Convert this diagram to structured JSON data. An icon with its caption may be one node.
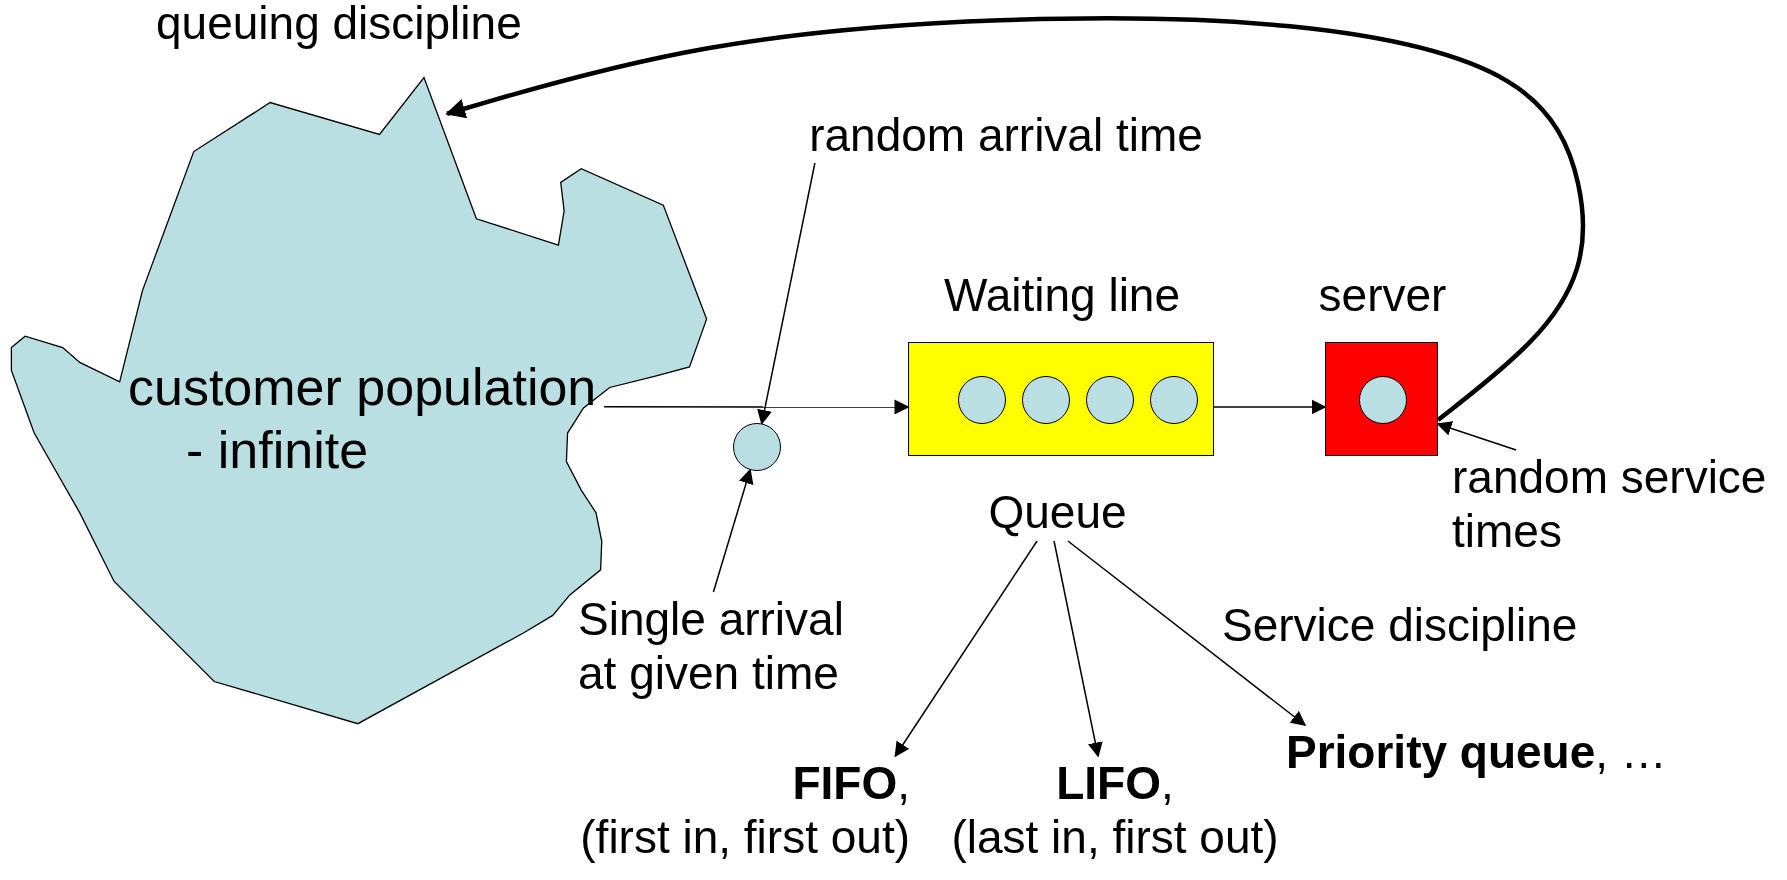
{
  "diagram": {
    "nodes": [
      {
        "text": [
          "customer population - infinite"
        ]
      },
      {
        "text": [],
        "shape": "circle"
      },
      {
        "text": [
          "random arrival time"
        ]
      },
      {
        "text": [
          "Single arrival at given time"
        ]
      },
      {
        "text": [
          "Waiting line"
        ]
      },
      {
        "text": [],
        "shape": "circle",
        "in": 4
      },
      {
        "text": [],
        "shape": "circle",
        "in": 4
      },
      {
        "text": [],
        "shape": "circle",
        "in": 4
      },
      {
        "text": [],
        "shape": "circle",
        "in": 4
      },
      {
        "text": [
          "server"
        ]
      },
      {
        "text": [],
        "shape": "circle",
        "in": 9
      },
      {
        "text": [
          "random service times"
        ]
      },
      {
        "text": [
          "Queue"
        ]
      },
      {
        "text": [
          "**FIFO**,",
          "(first in, first out)"
        ]
      },
      {
        "text": [
          "**LIFO**,",
          "(last in, first out)"
        ]
      },
      {
        "text": [
          "**Priority queue**, …"
        ]
      }
    ],
    "edges": [
      {
        "from": 9,
        "to": 0,
        "arrow": "to",
        "style": "thick",
        "label": "queuing discipline"
      },
      {
        "from": 0,
        "to": 4,
        "arrow": "to"
      },
      {
        "from": 2,
        "to": 1,
        "arrow": "to"
      },
      {
        "from": 3,
        "to": 1,
        "arrow": "to"
      },
      {
        "from": 4,
        "to": 9,
        "arrow": "to"
      },
      {
        "from": 11,
        "to": 9,
        "arrow": "to"
      },
      {
        "from": 12,
        "to": 13,
        "arrow": "to"
      },
      {
        "from": 12,
        "to": 14,
        "arrow": "to"
      },
      {
        "from": 12,
        "to": 15,
        "arrow": "to"
      }
    ],
    "labels": [
      "Service discipline"
    ]
  }
}
